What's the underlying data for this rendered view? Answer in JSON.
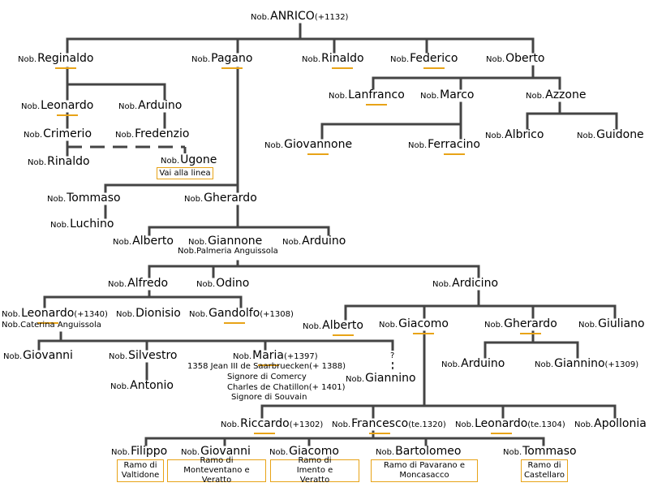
{
  "prefix": "Nob.",
  "persons": {
    "anrico": {
      "name": "ANRICO",
      "suffix": "(+1132)"
    },
    "reginaldo": {
      "name": "Reginaldo"
    },
    "pagano": {
      "name": "Pagano"
    },
    "rinaldo1": {
      "name": "Rinaldo"
    },
    "federico": {
      "name": "Federico"
    },
    "oberto": {
      "name": "Oberto"
    },
    "leonardo1": {
      "name": "Leonardo"
    },
    "arduino1": {
      "name": "Arduino"
    },
    "crimerio": {
      "name": "Crimerio"
    },
    "fredenzio": {
      "name": "Fredenzio"
    },
    "rinaldo2": {
      "name": "Rinaldo"
    },
    "ugone": {
      "name": "Ugone"
    },
    "lanfranco": {
      "name": "Lanfranco"
    },
    "marco": {
      "name": "Marco"
    },
    "azzone": {
      "name": "Azzone"
    },
    "giovannone": {
      "name": "Giovannone"
    },
    "ferracino": {
      "name": "Ferracino"
    },
    "albrico": {
      "name": "Albrico"
    },
    "guidone": {
      "name": "Guidone"
    },
    "tommaso1": {
      "name": "Tommaso"
    },
    "gherardo1": {
      "name": "Gherardo"
    },
    "luchino": {
      "name": "Luchino"
    },
    "alberto1": {
      "name": "Alberto"
    },
    "giannone": {
      "name": "Giannone"
    },
    "arduino2": {
      "name": "Arduino"
    },
    "alfredo": {
      "name": "Alfredo"
    },
    "odino": {
      "name": "Odino"
    },
    "ardicino": {
      "name": "Ardicino"
    },
    "leonardo2": {
      "name": "Leonardo",
      "suffix": "(+1340)"
    },
    "dionisio": {
      "name": "Dionisio"
    },
    "gandolfo": {
      "name": "Gandolfo",
      "suffix": "(+1308)"
    },
    "alberto2": {
      "name": "Alberto"
    },
    "giacomo1": {
      "name": "Giacomo"
    },
    "gherardo2": {
      "name": "Gherardo"
    },
    "giuliano": {
      "name": "Giuliano"
    },
    "giovanni1": {
      "name": "Giovanni"
    },
    "silvestro": {
      "name": "Silvestro"
    },
    "maria": {
      "name": "Maria",
      "suffix": "(+1397)"
    },
    "unknown": {
      "name": "?"
    },
    "giannino1": {
      "name": "Giannino"
    },
    "antonio": {
      "name": "Antonio"
    },
    "arduino3": {
      "name": "Arduino"
    },
    "giannino2": {
      "name": "Giannino",
      "suffix": "(+1309)"
    },
    "riccardo": {
      "name": "Riccardo",
      "suffix": "(+1302)"
    },
    "francesco": {
      "name": "Francesco",
      "suffix": "(te.1320)"
    },
    "leonardo3": {
      "name": "Leonardo",
      "suffix": "(te.1304)"
    },
    "apollonia": {
      "name": "Apollonia"
    },
    "filippo": {
      "name": "Filippo"
    },
    "giovanni2": {
      "name": "Giovanni"
    },
    "giacomo2": {
      "name": "Giacomo"
    },
    "bartolomeo": {
      "name": "Bartolomeo"
    },
    "tommaso2": {
      "name": "Tommaso"
    }
  },
  "spouses": {
    "giannone": "Nob.Palmeria Anguissola",
    "leonardo2": "Nob.Caterina Anguissola",
    "maria_1": "1358 Jean III de Saarbruecken(+ 1388)",
    "maria_2": "Signore di Comercy",
    "maria_3": "Charles de Chatillon(+ 1401)",
    "maria_4": "Signore di Souvain"
  },
  "links": {
    "ugone": "Vai alla linea",
    "filippo": "Ramo di Valtidone",
    "giovanni2": "Ramo di Monteventano e Veratto",
    "giacomo2": "Ramo di Imento e Veratto",
    "bartolomeo": "Ramo di Pavarano e Moncasacco",
    "tommaso2": "Ramo di Castellaro"
  },
  "colors": {
    "line": "#444444",
    "accent": "#e8a317"
  }
}
